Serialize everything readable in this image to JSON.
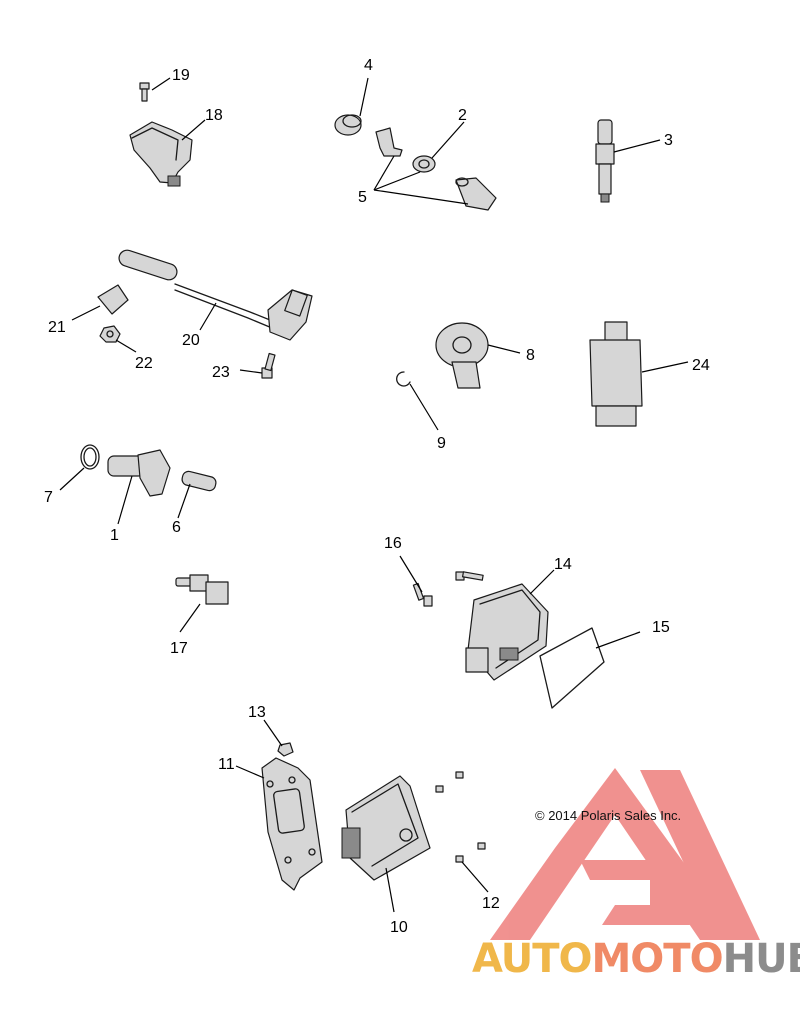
{
  "callouts": [
    "1",
    "2",
    "3",
    "4",
    "5",
    "6",
    "7",
    "8",
    "9",
    "10",
    "11",
    "12",
    "13",
    "14",
    "15",
    "16",
    "17",
    "18",
    "19",
    "20",
    "21",
    "22",
    "23",
    "24"
  ],
  "copyright": "© 2014 Polaris Sales Inc.",
  "watermark": {
    "part1": "AUTO",
    "part2": "MOTO",
    "part3": "HUB",
    "color_part1": "#f0b74a",
    "color_part2": "#f08a66",
    "color_part3": "#8c8c8c",
    "logo_color": "#e53935"
  }
}
